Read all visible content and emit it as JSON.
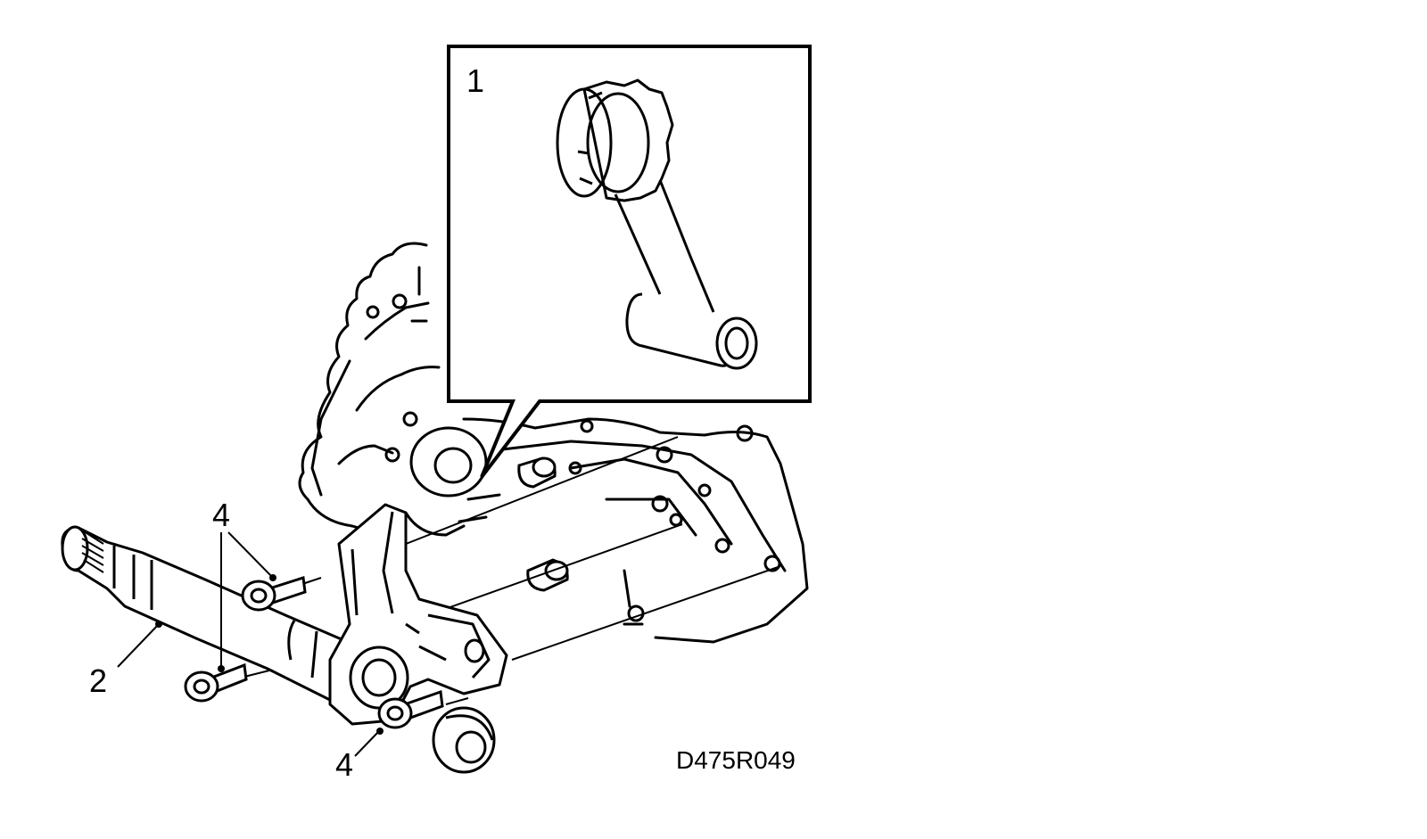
{
  "callouts": {
    "inset_tool": "1",
    "drive_shaft": "2",
    "bolts_upper": "4",
    "bolts_lower": "4"
  },
  "figure_code": "D475R049"
}
